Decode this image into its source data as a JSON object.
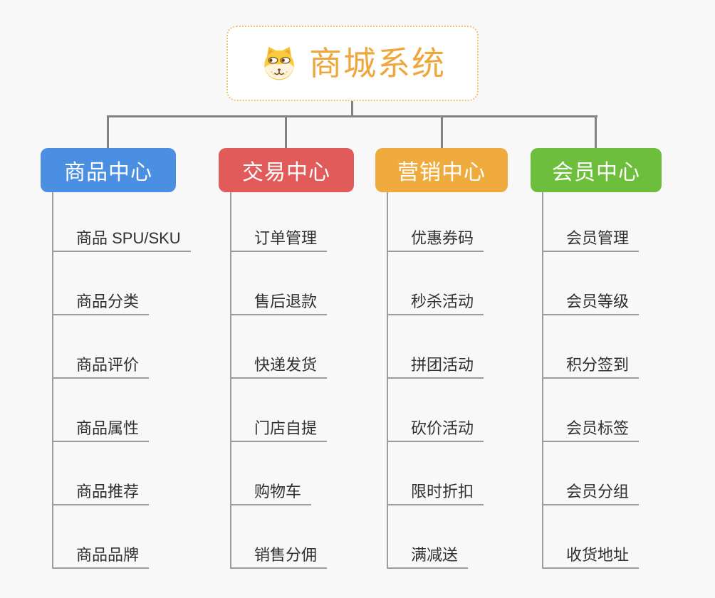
{
  "app": {
    "type": "mindmap",
    "background": "#F8F8F8"
  },
  "root": {
    "title": "商城系统",
    "icon": "dog-face-icon",
    "text_color": "#EFA73C",
    "border_color": "#F3C173"
  },
  "connector_color": "#838383",
  "branch_line_color": "#9C9C9C",
  "branches": [
    {
      "label": "商品中心",
      "color": "#4B8FE2",
      "children": [
        "商品 SPU/SKU",
        "商品分类",
        "商品评价",
        "商品属性",
        "商品推荐",
        "商品品牌"
      ]
    },
    {
      "label": "交易中心",
      "color": "#E25B5B",
      "children": [
        "订单管理",
        "售后退款",
        "快递发货",
        "门店自提",
        "购物车",
        "销售分佣"
      ]
    },
    {
      "label": "营销中心",
      "color": "#EFAB3D",
      "children": [
        "优惠券码",
        "秒杀活动",
        "拼团活动",
        "砍价活动",
        "限时折扣",
        "满减送"
      ]
    },
    {
      "label": "会员中心",
      "color": "#6EBE3D",
      "children": [
        "会员管理",
        "会员等级",
        "积分签到",
        "会员标签",
        "会员分组",
        "收货地址"
      ]
    }
  ]
}
